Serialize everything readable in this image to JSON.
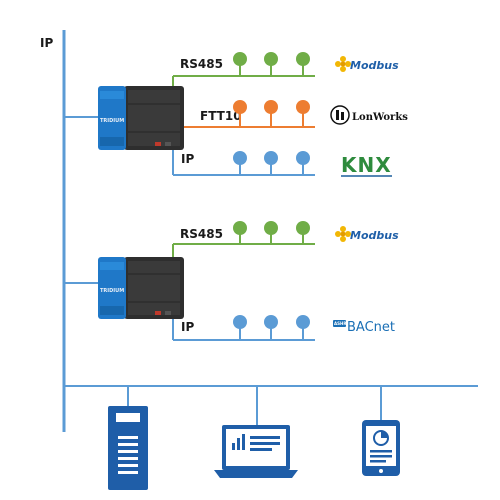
{
  "backbone": {
    "label": "IP"
  },
  "colors": {
    "ip": "#5b9bd5",
    "rs485": "#70ad47",
    "ftt10": "#ed7d31",
    "controller_blue": "#1f78c8",
    "controller_dark": "#2e2e2e"
  },
  "controllers": [
    {
      "brand": "TRIDIUM",
      "buses": [
        {
          "label": "RS485",
          "node_count": 3,
          "protocol_logo": "Modbus",
          "logo_icon": "modbus-logo-icon"
        },
        {
          "label": "FTT10",
          "node_count": 3,
          "protocol_logo": "LonWorks",
          "logo_icon": "lonworks-logo-icon"
        },
        {
          "label": "IP",
          "node_count": 3,
          "protocol_logo": "KNX",
          "logo_icon": "knx-logo-icon"
        }
      ]
    },
    {
      "brand": "TRIDIUM",
      "buses": [
        {
          "label": "RS485",
          "node_count": 3,
          "protocol_logo": "Modbus",
          "logo_icon": "modbus-logo-icon"
        },
        {
          "label": "IP",
          "node_count": 3,
          "protocol_logo": "BACnet",
          "logo_icon": "bacnet-logo-icon"
        }
      ]
    }
  ],
  "bacnet_badge": "ASHRAE",
  "workstations": [
    {
      "icon": "server-icon"
    },
    {
      "icon": "laptop-icon"
    },
    {
      "icon": "tablet-icon"
    }
  ]
}
